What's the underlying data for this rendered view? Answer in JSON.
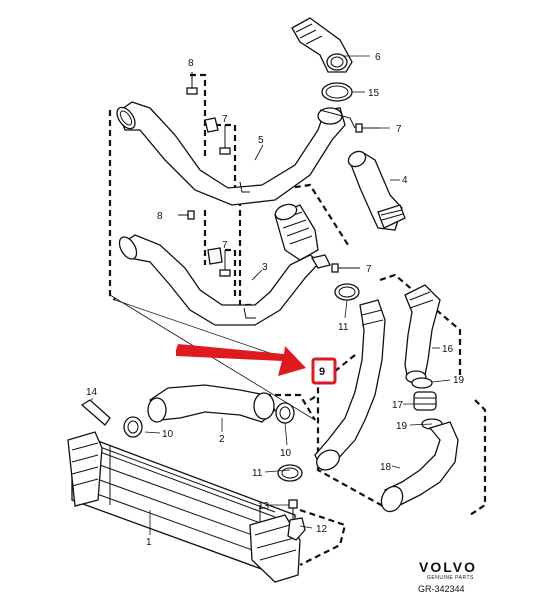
{
  "parts": [
    {
      "id": "p1",
      "label": "1"
    },
    {
      "id": "p2",
      "label": "2"
    },
    {
      "id": "p3",
      "label": "3"
    },
    {
      "id": "p4",
      "label": "4"
    },
    {
      "id": "p5",
      "label": "5"
    },
    {
      "id": "p6",
      "label": "6"
    },
    {
      "id": "p7a",
      "label": "7"
    },
    {
      "id": "p7b",
      "label": "7"
    },
    {
      "id": "p7c",
      "label": "7"
    },
    {
      "id": "p7d",
      "label": "7"
    },
    {
      "id": "p8a",
      "label": "8"
    },
    {
      "id": "p8b",
      "label": "8"
    },
    {
      "id": "p9",
      "label": "9"
    },
    {
      "id": "p10a",
      "label": "10"
    },
    {
      "id": "p10b",
      "label": "10"
    },
    {
      "id": "p11a",
      "label": "11"
    },
    {
      "id": "p11b",
      "label": "11"
    },
    {
      "id": "p12",
      "label": "12"
    },
    {
      "id": "p13",
      "label": "13"
    },
    {
      "id": "p14",
      "label": "14"
    },
    {
      "id": "p15",
      "label": "15"
    },
    {
      "id": "p16",
      "label": "16"
    },
    {
      "id": "p17",
      "label": "17"
    },
    {
      "id": "p18",
      "label": "18"
    },
    {
      "id": "p19a",
      "label": "19"
    },
    {
      "id": "p19b",
      "label": "19"
    }
  ],
  "brand": {
    "name": "VOLVO",
    "tagline": "GENUINE PARTS"
  },
  "reference": "GR-342344",
  "colors": {
    "highlight": "#e0191f",
    "line": "#111111"
  }
}
